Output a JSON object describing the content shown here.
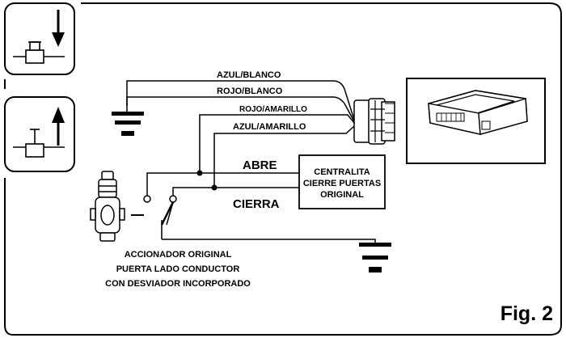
{
  "wires": {
    "azul_blanco": "AZUL/BLANCO",
    "rojo_blanco": "ROJO/BLANCO",
    "rojo_amarillo": "ROJO/AMARILLO",
    "azul_amarillo": "AZUL/AMARILLO"
  },
  "signals": {
    "abre": "ABRE",
    "cierra": "CIERRA"
  },
  "centralita": {
    "line1": "CENTRALITA",
    "line2": "CIERRE PUERTAS",
    "line3": "ORIGINAL"
  },
  "actuator": {
    "line1": "ACCIONADOR ORIGINAL",
    "line2": "PUERTA LADO CONDUCTOR",
    "line3": "CON DESVIADOR INCORPORADO"
  },
  "figure_label": "Fig. 2",
  "icons": [
    "lock-down-icon",
    "lock-up-icon",
    "ground-icon",
    "connector-icon",
    "module-icon",
    "actuator-icon"
  ]
}
